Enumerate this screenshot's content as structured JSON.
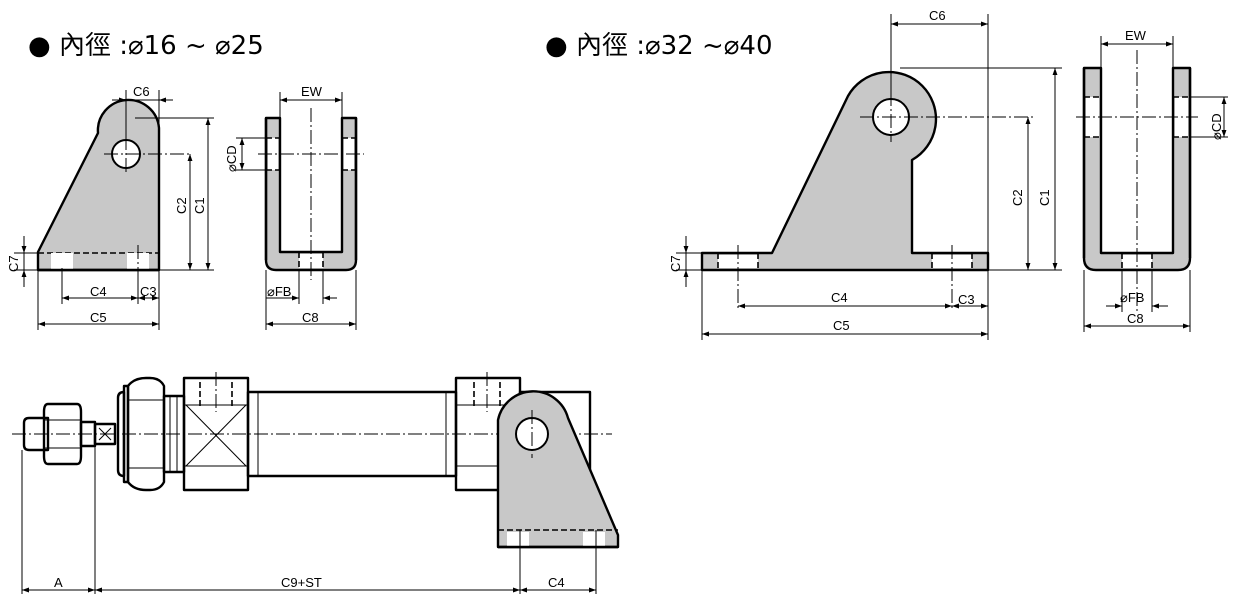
{
  "titles": {
    "small": "● 內徑 :⌀16 ~ ⌀25",
    "large": "● 內徑 :⌀32 ~⌀40"
  },
  "labels": {
    "c1": "C1",
    "c2": "C2",
    "c3": "C3",
    "c4": "C4",
    "c5": "C5",
    "c6": "C6",
    "c7": "C7",
    "c8": "C8",
    "ew": "EW",
    "cd": "⌀CD",
    "fb": "⌀FB",
    "a": "A",
    "c9st": "C9+ST"
  },
  "colors": {
    "part_fill": "#c8c8c8",
    "line": "#000000",
    "background": "#ffffff"
  }
}
